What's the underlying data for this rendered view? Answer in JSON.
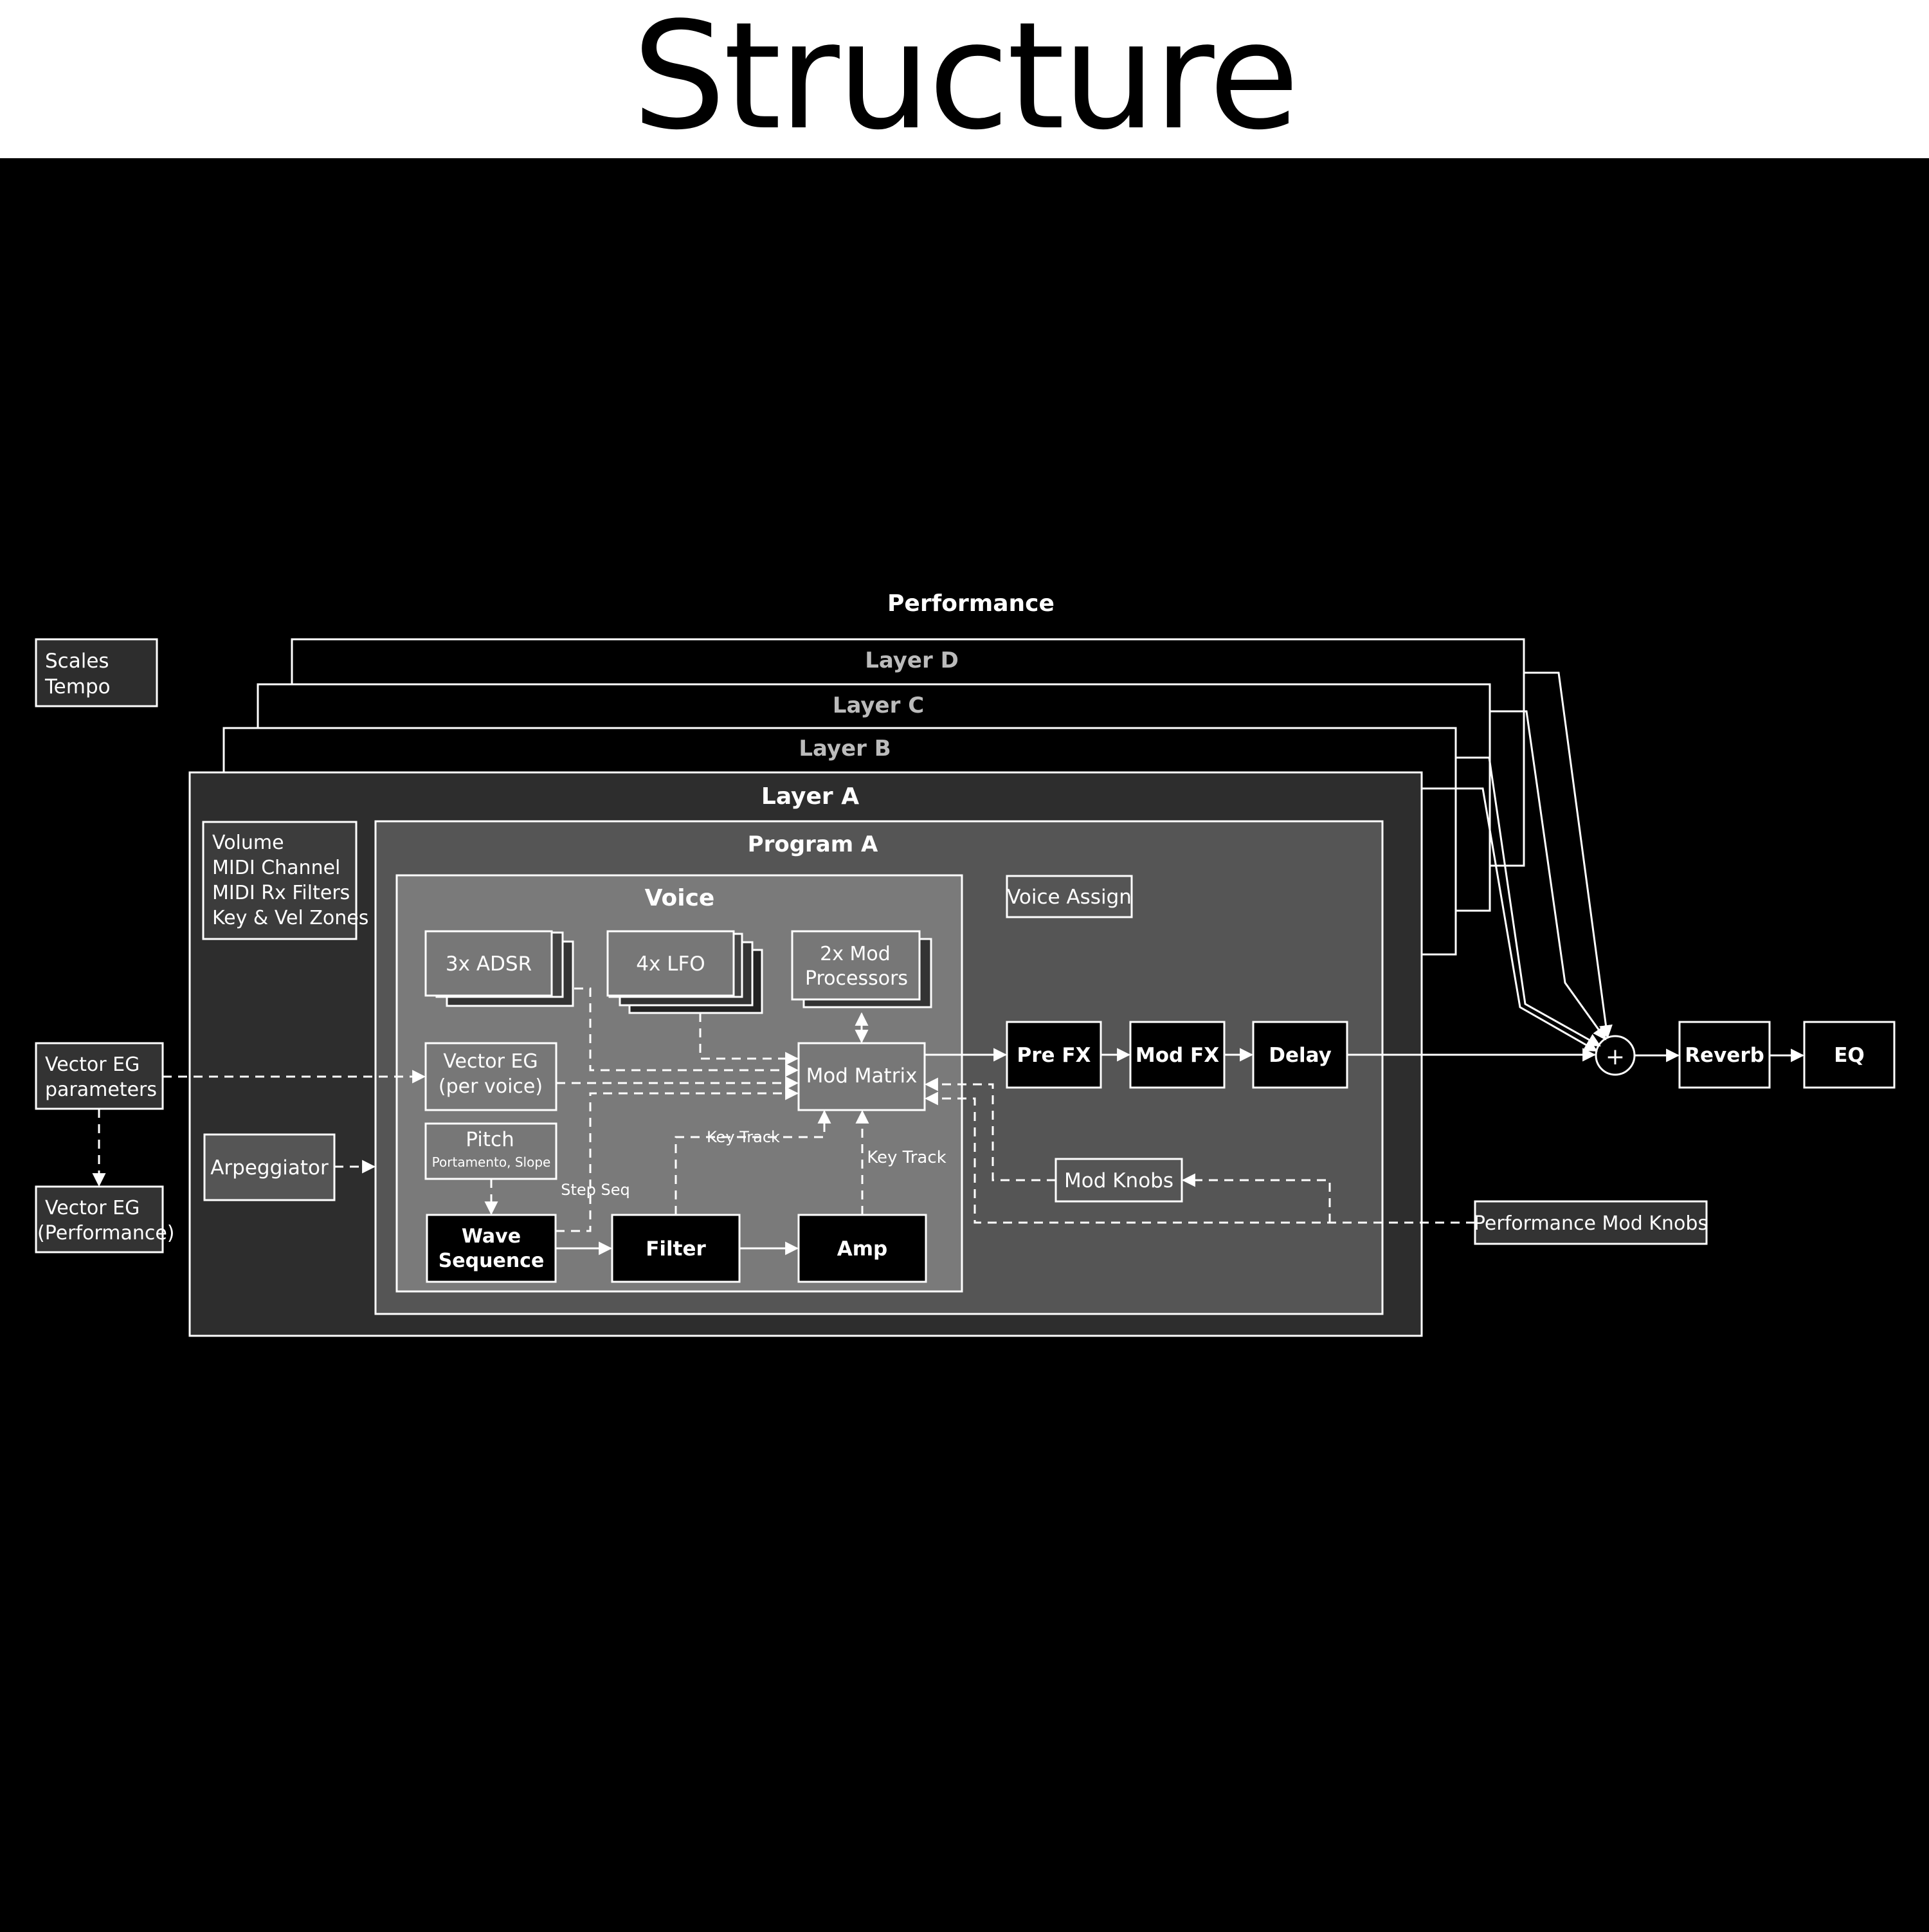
{
  "title": "Structure",
  "colors": {
    "background": "#000000",
    "header": "#ffffff",
    "layer_a": "#2d2d2d",
    "program": "#555555",
    "voice": "#7a7a7a",
    "line": "#ffffff"
  },
  "diagram": {
    "performance": "Performance",
    "scales_tempo": [
      "Scales",
      "Tempo"
    ],
    "layers": {
      "d": "Layer D",
      "c": "Layer C",
      "b": "Layer B",
      "a": "Layer A"
    },
    "layer_params": [
      "Volume",
      "MIDI Channel",
      "MIDI Rx Filters",
      "Key & Vel Zones"
    ],
    "program": "Program A",
    "voice": "Voice",
    "voice_assign": "Voice Assign",
    "adsr": "3x ADSR",
    "lfo": "4x LFO",
    "mod_processors": [
      "2x Mod",
      "Processors"
    ],
    "vector_eg_voice": [
      "Vector EG",
      "(per voice)"
    ],
    "mod_matrix": "Mod Matrix",
    "pitch": "Pitch",
    "pitch_sub": "Portamento, Slope",
    "wave_sequence": [
      "Wave",
      "Sequence"
    ],
    "filter": "Filter",
    "amp": "Amp",
    "key_track_1": "Key Track",
    "key_track_2": "Key Track",
    "step_seq": "Step Seq",
    "arpeggiator": "Arpeggiator",
    "vector_eg_params": [
      "Vector EG",
      "parameters"
    ],
    "vector_eg_perf": [
      "Vector EG",
      "(Performance)"
    ],
    "pre_fx": "Pre FX",
    "mod_fx": "Mod FX",
    "delay": "Delay",
    "mod_knobs": "Mod Knobs",
    "perf_mod_knobs": "Performance Mod Knobs",
    "sum": "+",
    "reverb": "Reverb",
    "eq": "EQ"
  }
}
